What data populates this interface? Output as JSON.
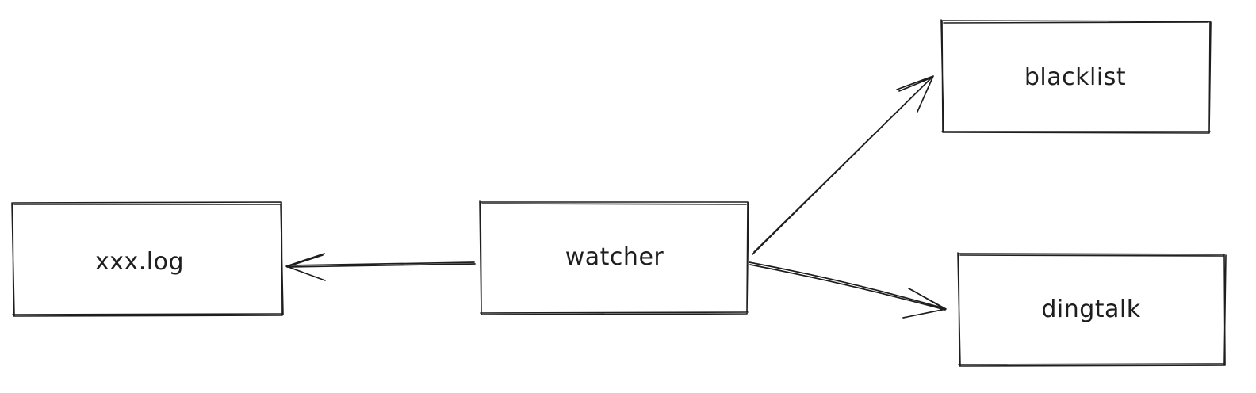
{
  "nodes": {
    "log": {
      "label": "xxx.log"
    },
    "watcher": {
      "label": "watcher"
    },
    "blacklist": {
      "label": "blacklist"
    },
    "dingtalk": {
      "label": "dingtalk"
    }
  },
  "edges": [
    {
      "from": "watcher",
      "to": "log"
    },
    {
      "from": "watcher",
      "to": "blacklist"
    },
    {
      "from": "watcher",
      "to": "dingtalk"
    }
  ],
  "colors": {
    "stroke": "#1e1e1e",
    "background": "#ffffff"
  }
}
